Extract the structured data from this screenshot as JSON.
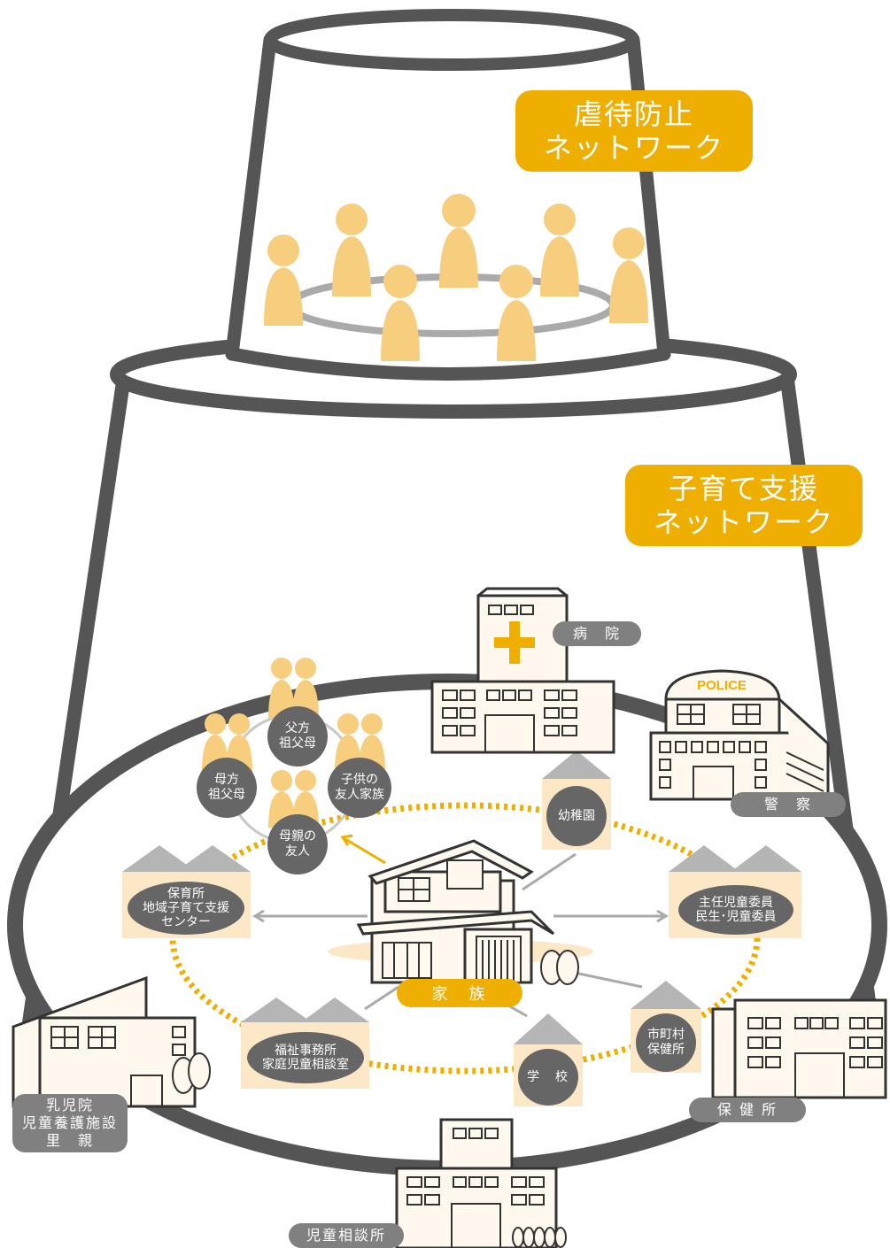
{
  "colors": {
    "outline": "#555555",
    "accent": "#EFAF00",
    "figure": "#F7CE7E",
    "building": "#FFF8EE",
    "roof": "#B5B5B5",
    "pale": "#FCE7C6",
    "label": "#666666",
    "pill": "#808080"
  },
  "top_network": {
    "line1": "虐待防止",
    "line2": "ネットワーク"
  },
  "support_network": {
    "line1": "子育て支援",
    "line2": "ネットワーク"
  },
  "family": {
    "label": "家　族"
  },
  "personal_circle": {
    "paternal_grandparents": "父方\n祖父母",
    "maternal_grandparents": "母方\n祖父母",
    "child_friend_family": "子供の\n友人家族",
    "mother_friend": "母親の\n友人"
  },
  "inner_nodes": {
    "kindergarten": "幼稚園",
    "nursery": "保育所\n地域子育て支援\nセンター",
    "commissioner": "主任児童委員\n民生･児童委員",
    "welfare": "福祉事務所\n家庭児童相談室",
    "school": "学　校",
    "municipal_health": "市町村\n保健所"
  },
  "outer_nodes": {
    "hospital": "病　院",
    "police": "警　察",
    "police_sign": "POLICE",
    "infant_home": "乳児院\n児童養護施設\n里　親",
    "health_center": "保 健 所",
    "child_guidance": "児童相談所"
  }
}
